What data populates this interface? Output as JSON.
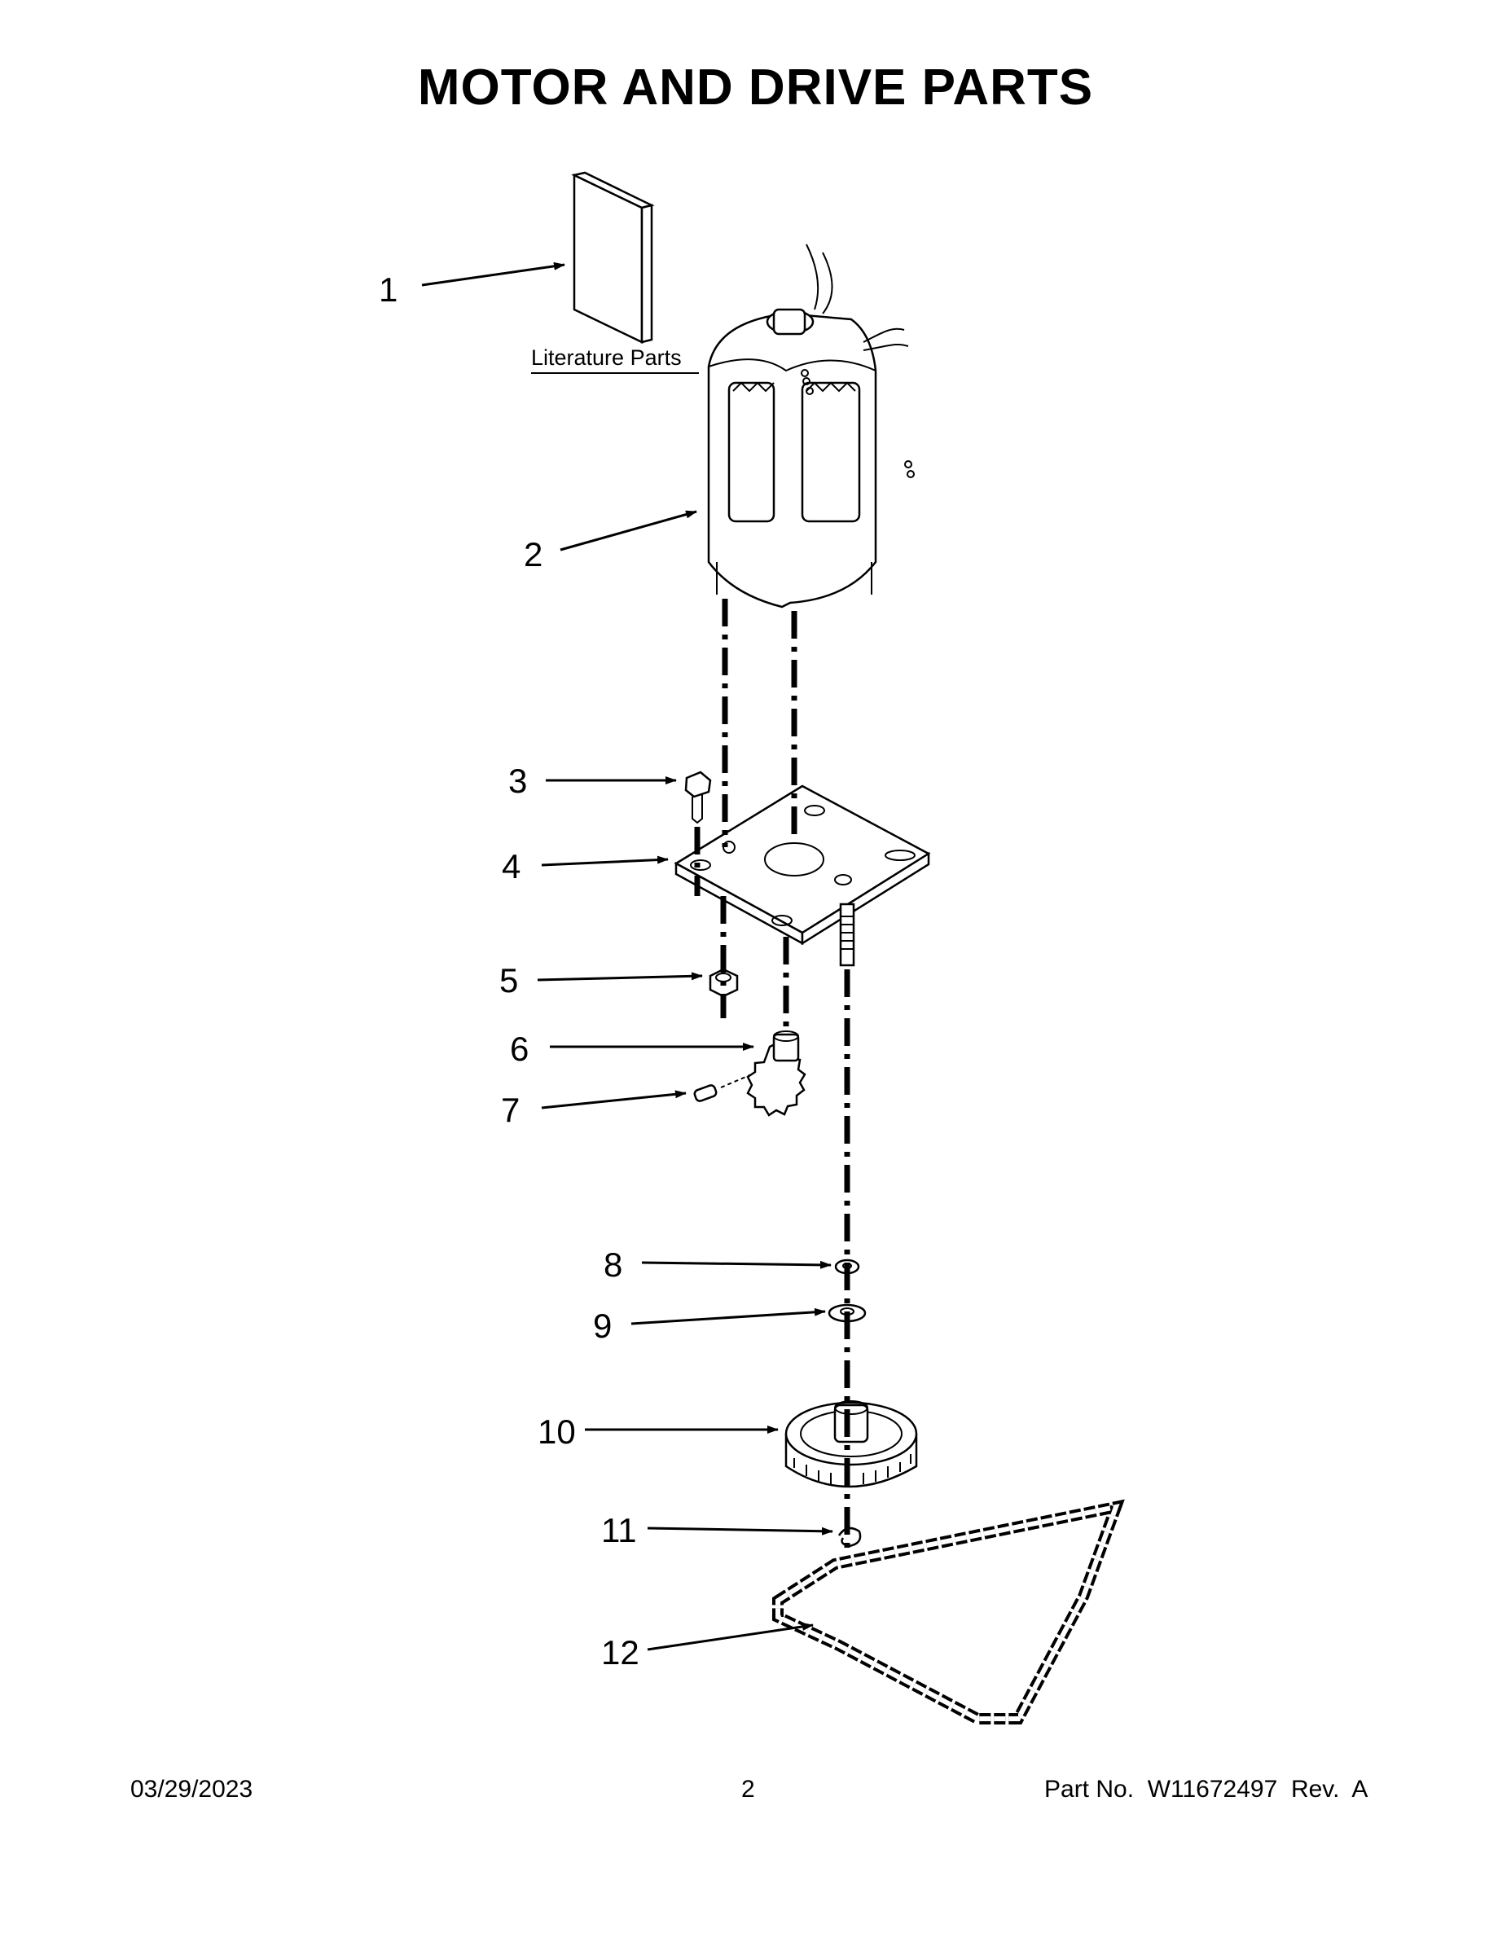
{
  "page": {
    "title": "MOTOR AND DRIVE PARTS",
    "footer": {
      "date": "03/29/2023",
      "page_number": "2",
      "part_info": "Part No.  W11672497  Rev.  A"
    }
  },
  "diagram": {
    "literature_label": "Literature Parts",
    "callouts": [
      "1",
      "2",
      "3",
      "4",
      "5",
      "6",
      "7",
      "8",
      "9",
      "10",
      "11",
      "12"
    ]
  }
}
